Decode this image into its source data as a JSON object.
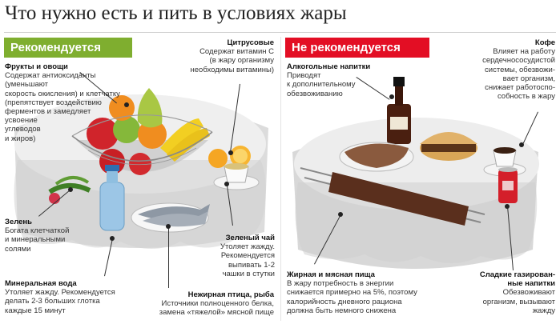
{
  "title": "Что нужно есть и пить в условиях жары",
  "recommended": {
    "badge": "Рекомендуется",
    "fruits": {
      "heading": "Фрукты и овощи",
      "text": [
        "Содержат антиоксиданты (уменьшают",
        "скорость окисления) и клетчатку",
        "(препятствует воздействию",
        "ферментов и замедляет",
        "усвоение",
        "углеводов",
        "и жиров)"
      ]
    },
    "citrus": {
      "heading": "Цитрусовые",
      "text": [
        "Содержат витамин С",
        "(в жару организму",
        "необходимы витамины)"
      ]
    },
    "greens": {
      "heading": "Зелень",
      "text": [
        "Богата клетчаткой",
        "и минеральными",
        "солями"
      ]
    },
    "green_tea": {
      "heading": "Зеленый чай",
      "text": [
        "Утоляет жажду.",
        "Рекомендуется",
        "выпивать 1-2",
        "чашки в стутки"
      ]
    },
    "water": {
      "heading": "Минеральная вода",
      "text": [
        "Утоляет жажду. Рекомендуется",
        "делать 2-3 больших глотка",
        "каждые 15 минут"
      ]
    },
    "fish": {
      "heading": "Нежирная птица, рыба",
      "text": [
        "Источники полноценного белка,",
        "замена «тяжелой» мясной пище"
      ]
    }
  },
  "not_recommended": {
    "badge": "Не рекомендуется",
    "alcohol": {
      "heading": "Алкогольные напитки",
      "text": [
        "Приводят",
        "к дополнительному",
        "обезвоживанию"
      ]
    },
    "coffee": {
      "heading": "Кофе",
      "text": [
        "Влияет на работу",
        "сердечнососудистой",
        "системы, обезвожи-",
        "вает организм,",
        "снижает работоспо-",
        "собность в жару"
      ]
    },
    "meat": {
      "heading": "Жирная и мясная пища",
      "text": [
        "В жару потребность в энергии",
        "снижается примерно на 5%, поэтому",
        "калорийность дневного рациона",
        "должна быть немного снижена"
      ]
    },
    "soda": {
      "heading": "Сладкие газирован-",
      "heading2": "ные напитки",
      "text": [
        "Обезвоживают",
        "организм, вызывают",
        "жажду"
      ]
    }
  },
  "colors": {
    "green": "#7fae2f",
    "red": "#e30e24",
    "cloth": "#e4e4e4"
  }
}
